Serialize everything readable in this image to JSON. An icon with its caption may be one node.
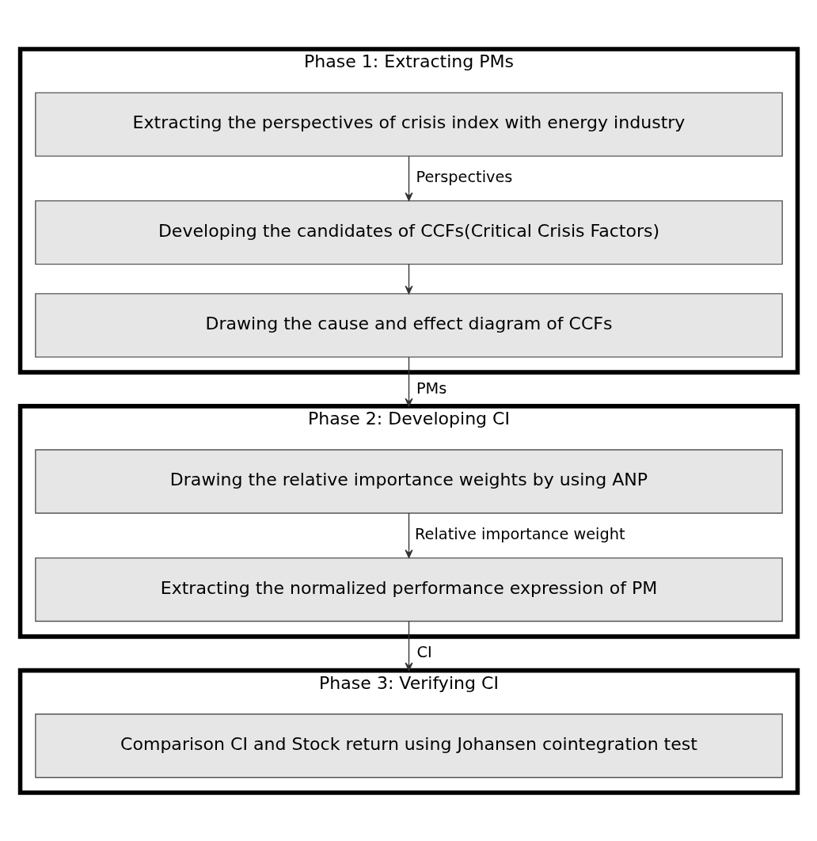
{
  "diagram": {
    "nodes": [
      {
        "text": [
          "Phase 1: Extracting PMs"
        ]
      },
      {
        "text": [
          "Extracting the perspectives of crisis index with energy industry"
        ],
        "in": 0
      },
      {
        "text": [
          "Developing the candidates of CCFs(Critical Crisis Factors)"
        ],
        "in": 0
      },
      {
        "text": [
          "Drawing the cause and effect diagram of CCFs"
        ],
        "in": 0
      },
      {
        "text": [
          "Phase 2: Developing CI"
        ]
      },
      {
        "text": [
          "Drawing the relative importance weights by using ANP"
        ],
        "in": 4
      },
      {
        "text": [
          "Extracting the normalized performance expression of PM"
        ],
        "in": 4
      },
      {
        "text": [
          "Phase 3: Verifying CI"
        ]
      },
      {
        "text": [
          "Comparison CI and Stock return using Johansen cointegration test"
        ],
        "in": 7
      }
    ],
    "edges": [
      {
        "from": 1,
        "to": 2,
        "arrow": "to",
        "label": "Perspectives"
      },
      {
        "from": 2,
        "to": 3,
        "arrow": "to"
      },
      {
        "from": 3,
        "to": 4,
        "arrow": "to",
        "label": "PMs"
      },
      {
        "from": 5,
        "to": 6,
        "arrow": "to",
        "label": "Relative importance weight"
      },
      {
        "from": 6,
        "to": 7,
        "arrow": "to",
        "label": "CI"
      }
    ]
  }
}
